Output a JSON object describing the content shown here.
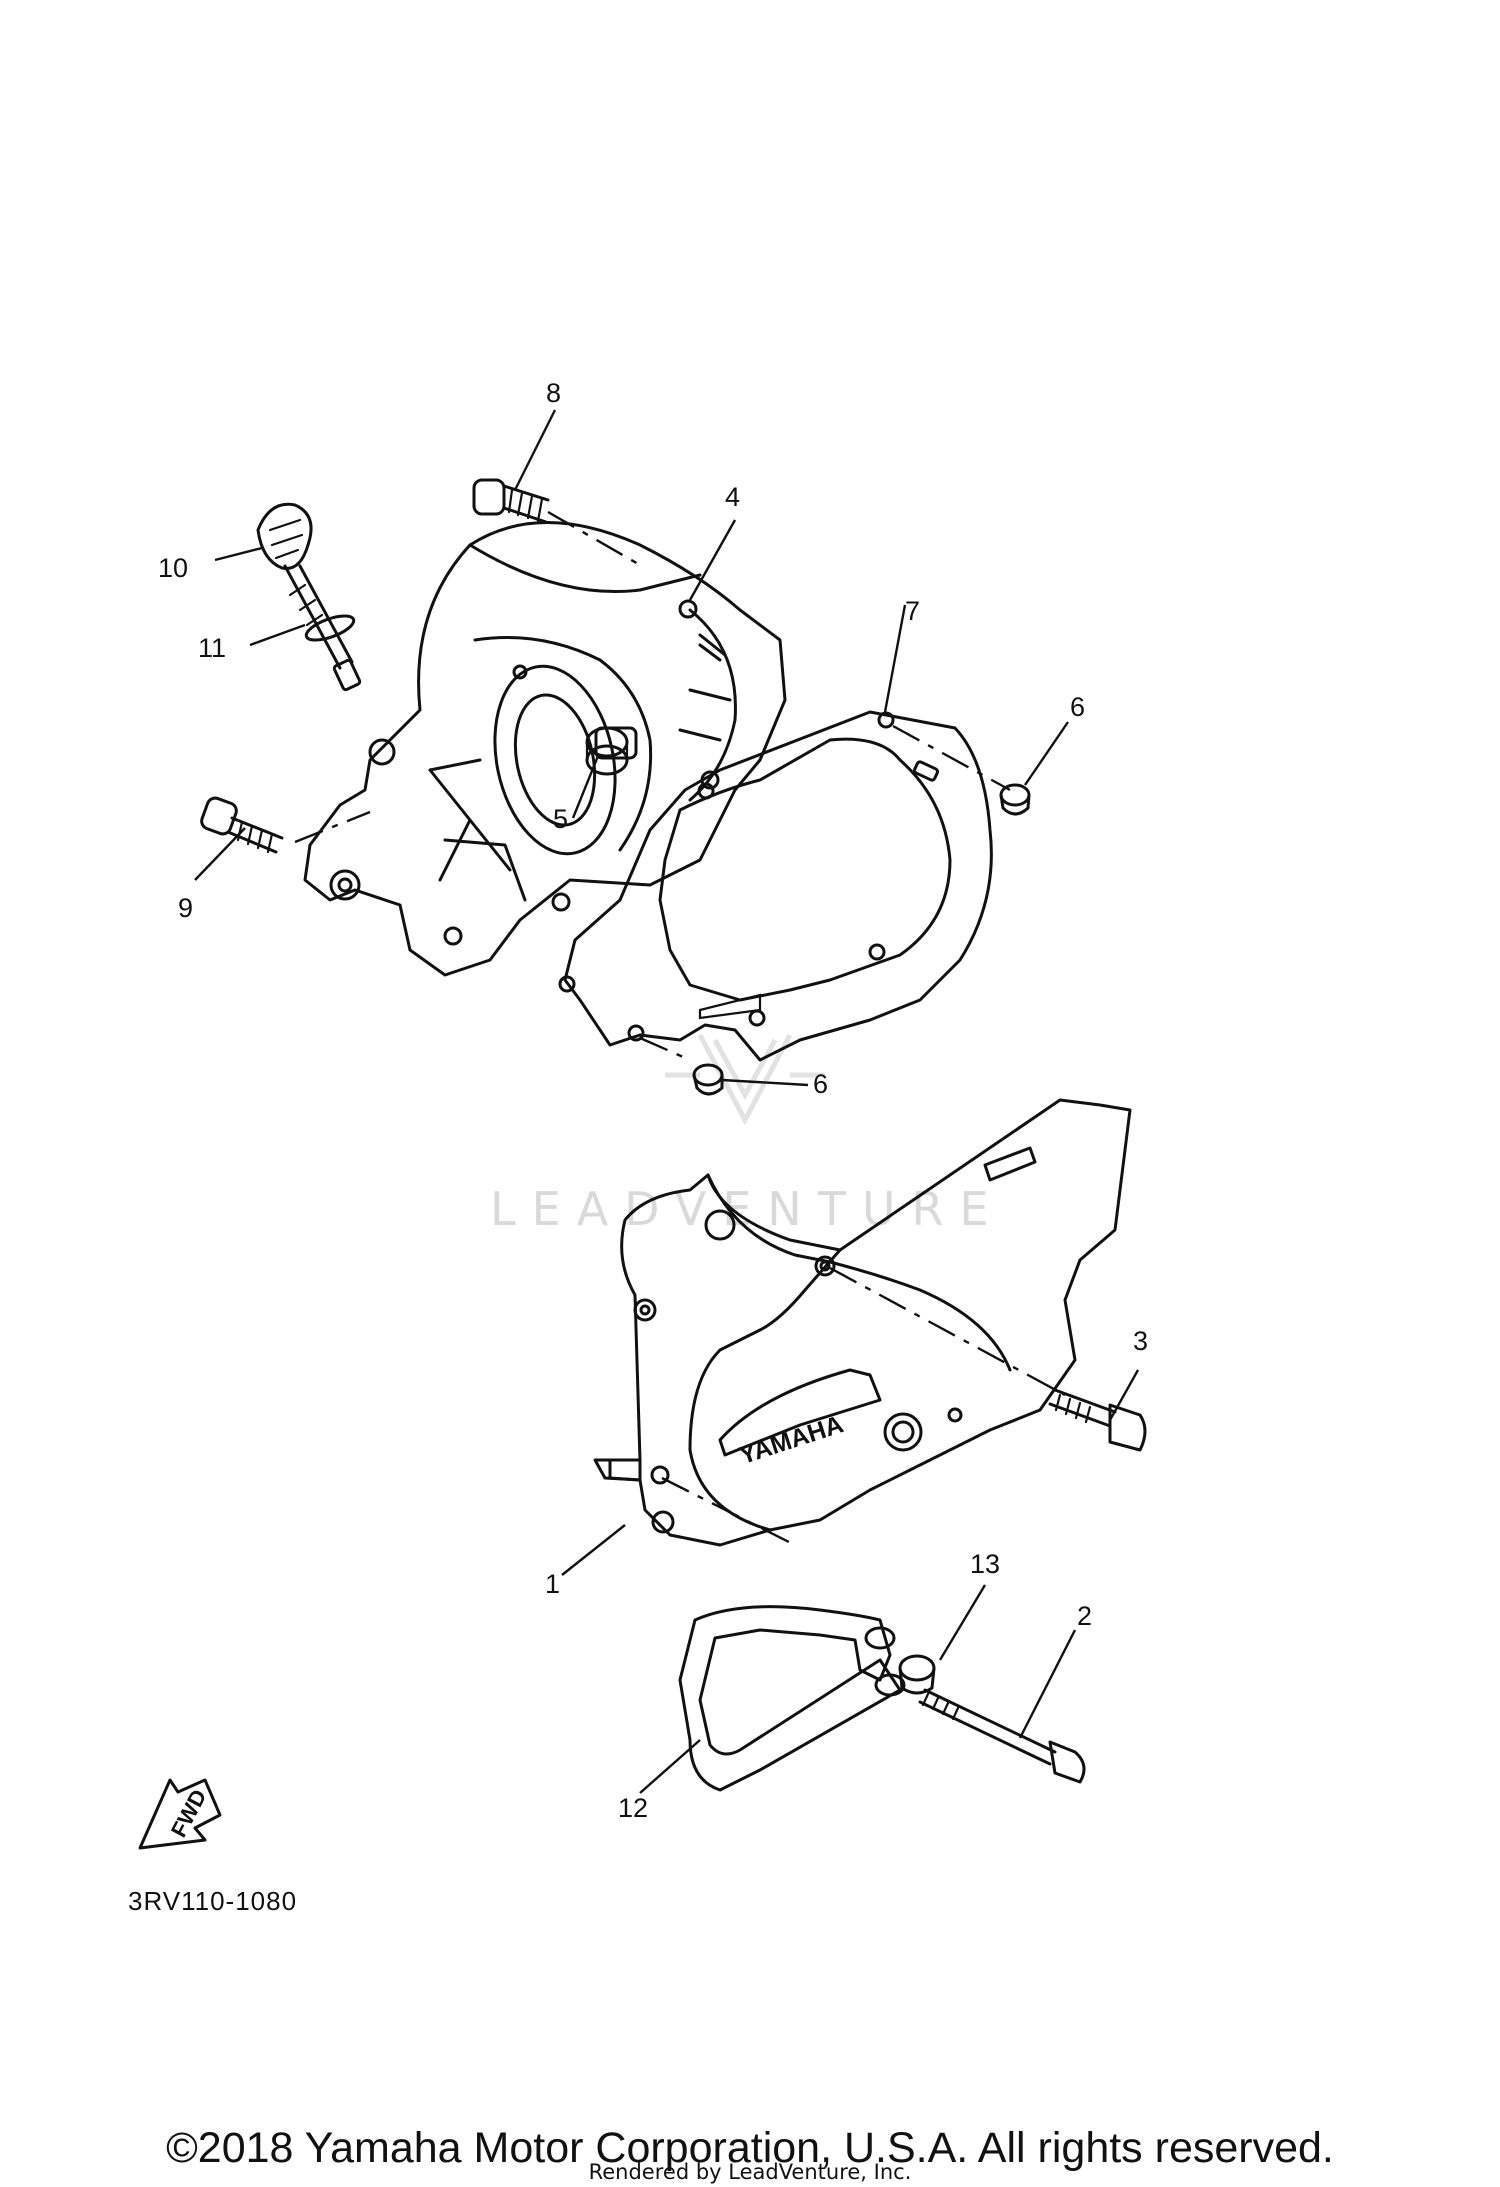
{
  "callouts": {
    "c1": "1",
    "c2": "2",
    "c3": "3",
    "c4": "4",
    "c5": "5",
    "c6a": "6",
    "c6b": "6",
    "c7": "7",
    "c8": "8",
    "c9": "9",
    "c10": "10",
    "c11": "11",
    "c12": "12",
    "c13": "13"
  },
  "cover_brand": "YAMAHA",
  "fwd_label": "FWD",
  "diagram_code": "3RV110-1080",
  "watermark": "LEADVENTURE",
  "copyright": "©2018 Yamaha Motor Corporation, U.S.A. All rights reserved.",
  "rendered_by": "Rendered by LeadVenture, Inc."
}
